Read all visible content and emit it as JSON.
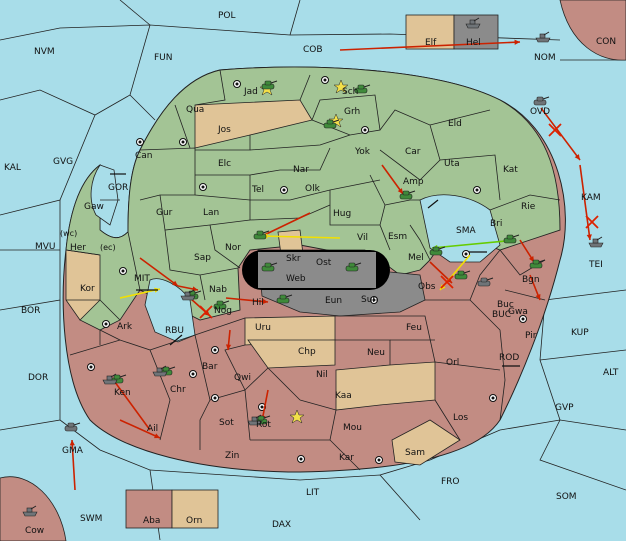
{
  "map": {
    "labels": [
      "POL",
      "CON",
      "NVM",
      "FUN",
      "COB",
      "Elf",
      "Hel",
      "NOM",
      "OVD",
      "KAL",
      "GVG",
      "Jad",
      "Sch",
      "Qua",
      "Jos",
      "Grh",
      "Eld",
      "Can",
      "Yok",
      "Car",
      "Uta",
      "Elc",
      "Nar",
      "Tel",
      "Olk",
      "Amp",
      "Kat",
      "Rie",
      "GOR",
      "Gaw",
      "Gur",
      "Lan",
      "Hug",
      "KAM",
      "Bri",
      "SMA",
      "Esm",
      "Vil",
      "Nor",
      "Skr",
      "Ost",
      "Sap",
      "Web",
      "Mel",
      "TEI",
      "MVU",
      "Her",
      "(wc)",
      "(ec)",
      "Kor",
      "MIT",
      "Nab",
      "Obs",
      "BOR",
      "Ark",
      "RBU",
      "Nog",
      "Hil",
      "Eun",
      "Sun",
      "Buc",
      "Gwa",
      "Pir",
      "KUP",
      "Uru",
      "Feu",
      "Chp",
      "Neu",
      "Orl",
      "ROD",
      "DOR",
      "Bar",
      "Qwi",
      "Nil",
      "Kaa",
      "Ken",
      "Chr",
      "Sot",
      "Rot",
      "Los",
      "GVP",
      "ALT",
      "Mou",
      "Ail",
      "GMA",
      "Zin",
      "Kar",
      "Sam",
      "FRO",
      "LIT",
      "SOM",
      "SWM",
      "Aba",
      "Orn",
      "DAX",
      "Cow",
      "BUC",
      "Bgn"
    ],
    "colors": {
      "sea": "#a8dde9",
      "green_power": "#a3c495",
      "red_power": "#c28c83",
      "neutral": "#e0c497",
      "grey_power": "#8b8b8b",
      "move_order": "#cc2200",
      "support_order": "#f2e000",
      "convoy_order": "#66cc00",
      "failed_mark": "#dd2200"
    },
    "units": [
      {
        "type": "fleet",
        "power": "grey",
        "icon": "fleet-icon"
      },
      {
        "type": "fleet",
        "power": "grey",
        "icon": "fleet-icon"
      },
      {
        "type": "army",
        "power": "grey",
        "icon": "army-icon"
      },
      {
        "type": "fleet",
        "power": "grey",
        "icon": "fleet-icon"
      },
      {
        "type": "army",
        "power": "grey",
        "icon": "army-icon"
      },
      {
        "type": "army",
        "power": "grey",
        "icon": "army-icon"
      },
      {
        "type": "fleet",
        "power": "grey",
        "icon": "fleet-icon"
      },
      {
        "type": "army",
        "power": "green",
        "icon": "army-icon"
      },
      {
        "type": "army",
        "power": "green",
        "icon": "army-icon"
      },
      {
        "type": "army",
        "power": "green",
        "icon": "army-icon"
      },
      {
        "type": "army",
        "power": "green",
        "icon": "army-icon"
      },
      {
        "type": "army",
        "power": "green",
        "icon": "army-icon"
      },
      {
        "type": "army",
        "power": "green",
        "icon": "army-icon"
      },
      {
        "type": "army",
        "power": "green",
        "icon": "army-icon"
      },
      {
        "type": "army",
        "power": "green",
        "icon": "army-icon"
      },
      {
        "type": "army",
        "power": "green",
        "icon": "army-icon"
      },
      {
        "type": "army",
        "power": "green",
        "icon": "army-icon"
      },
      {
        "type": "army",
        "power": "green",
        "icon": "army-icon"
      },
      {
        "type": "army",
        "power": "green",
        "icon": "army-icon"
      },
      {
        "type": "army",
        "power": "green",
        "icon": "army-icon"
      },
      {
        "type": "army",
        "power": "green",
        "icon": "army-icon"
      },
      {
        "type": "army",
        "power": "green",
        "icon": "army-icon"
      },
      {
        "type": "army",
        "power": "green",
        "icon": "army-icon"
      },
      {
        "type": "army",
        "power": "green",
        "icon": "army-icon"
      },
      {
        "type": "fleet",
        "power": "grey",
        "icon": "fleet-icon"
      },
      {
        "type": "fleet",
        "power": "grey",
        "icon": "fleet-icon"
      },
      {
        "type": "fleet",
        "power": "grey",
        "icon": "fleet-icon"
      },
      {
        "type": "fleet",
        "power": "grey",
        "icon": "fleet-icon"
      }
    ]
  }
}
